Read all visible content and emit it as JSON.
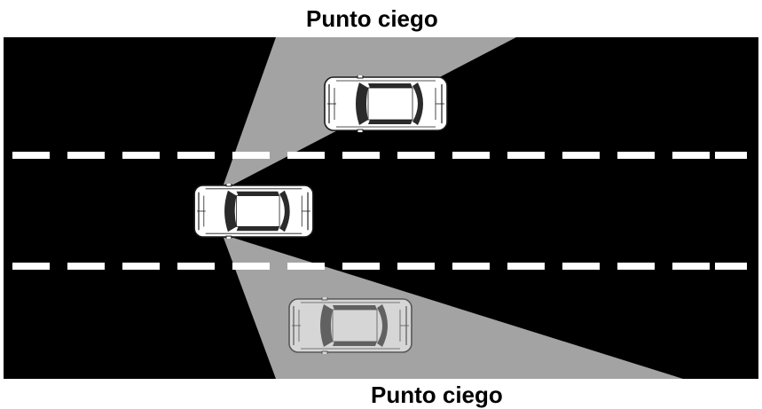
{
  "labels": {
    "top": "Punto ciego",
    "bottom": "Punto ciego"
  },
  "colors": {
    "road": "#000000",
    "blind_zone": "#a3a3a3",
    "lane_marking": "#ffffff",
    "car_body": "#ffffff",
    "car_outline": "#1a1a1a",
    "car_window": "#2a2a2a"
  },
  "cars": [
    {
      "id": "car-top",
      "lane": "upper",
      "in_blind_spot": true
    },
    {
      "id": "car-center",
      "lane": "middle",
      "in_blind_spot": false
    },
    {
      "id": "car-bottom",
      "lane": "lower",
      "in_blind_spot": true
    }
  ]
}
